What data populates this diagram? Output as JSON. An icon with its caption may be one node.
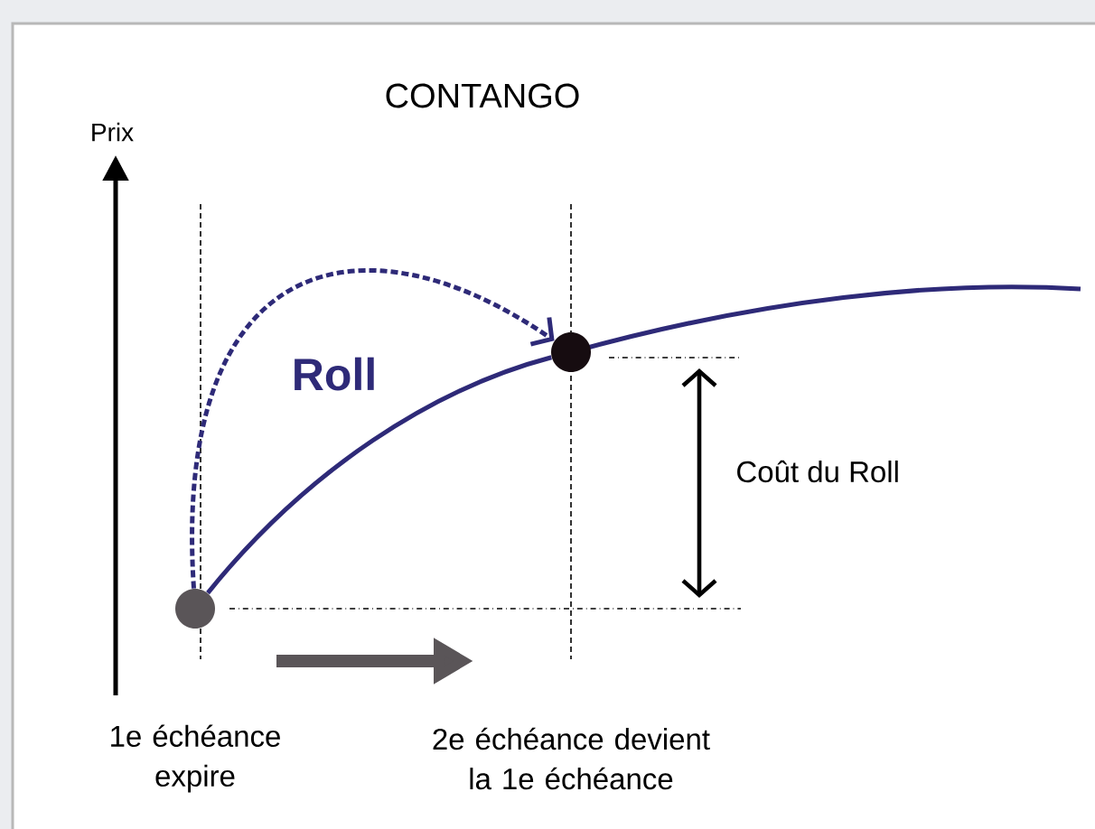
{
  "diagram": {
    "title": "CONTANGO",
    "nodes": [
      {
        "text": [],
        "shape": "circle"
      },
      {
        "text": [],
        "shape": "circle"
      }
    ],
    "edges": [
      {
        "from": 0,
        "to": 1,
        "arrow": "to",
        "style": "dashed",
        "label": "Roll"
      },
      {
        "from": 0,
        "to": 1,
        "arrow": "none"
      }
    ],
    "labels": [
      "Prix",
      "Coût du Roll",
      "1e échéance expire",
      "2e échéance devient la 1e échéance"
    ]
  }
}
